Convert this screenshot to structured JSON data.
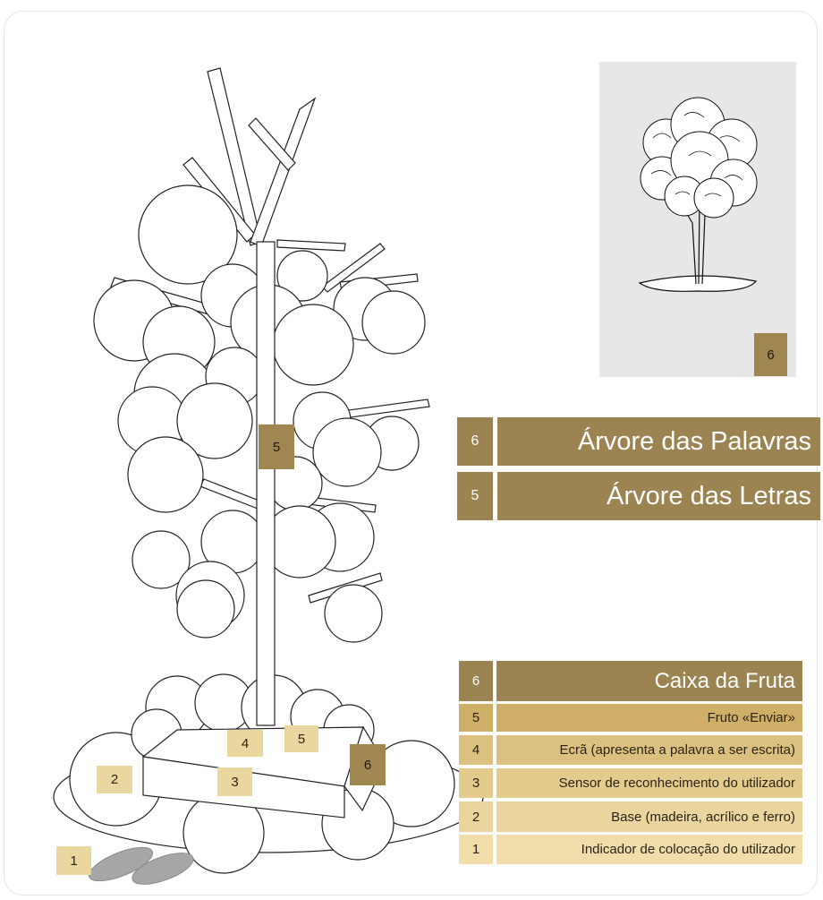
{
  "headings": [
    {
      "number": "6",
      "text": "Árvore das Palavras"
    },
    {
      "number": "5",
      "text": "Árvore das Letras"
    }
  ],
  "legend": [
    {
      "number": "6",
      "text": "Caixa da Fruta"
    },
    {
      "number": "5",
      "text": "Fruto «Enviar»"
    },
    {
      "number": "4",
      "text": "Ecrã (apresenta a palavra a ser escrita)"
    },
    {
      "number": "3",
      "text": "Sensor de reconhecimento do utilizador"
    },
    {
      "number": "2",
      "text": "Base (madeira, acrílico e ferro)"
    },
    {
      "number": "1",
      "text": "Indicador de colocação do utilizador"
    }
  ],
  "diagram_tags": {
    "photo": "6",
    "tree": "5",
    "box": "6",
    "screen": "4",
    "send_fruit": "5",
    "sensor": "3",
    "base": "2",
    "footprints": "1"
  },
  "colors": {
    "dark_gold": "#9c8452",
    "light_gold": "#ead7a0",
    "photo_bg": "#e7e7e7"
  }
}
